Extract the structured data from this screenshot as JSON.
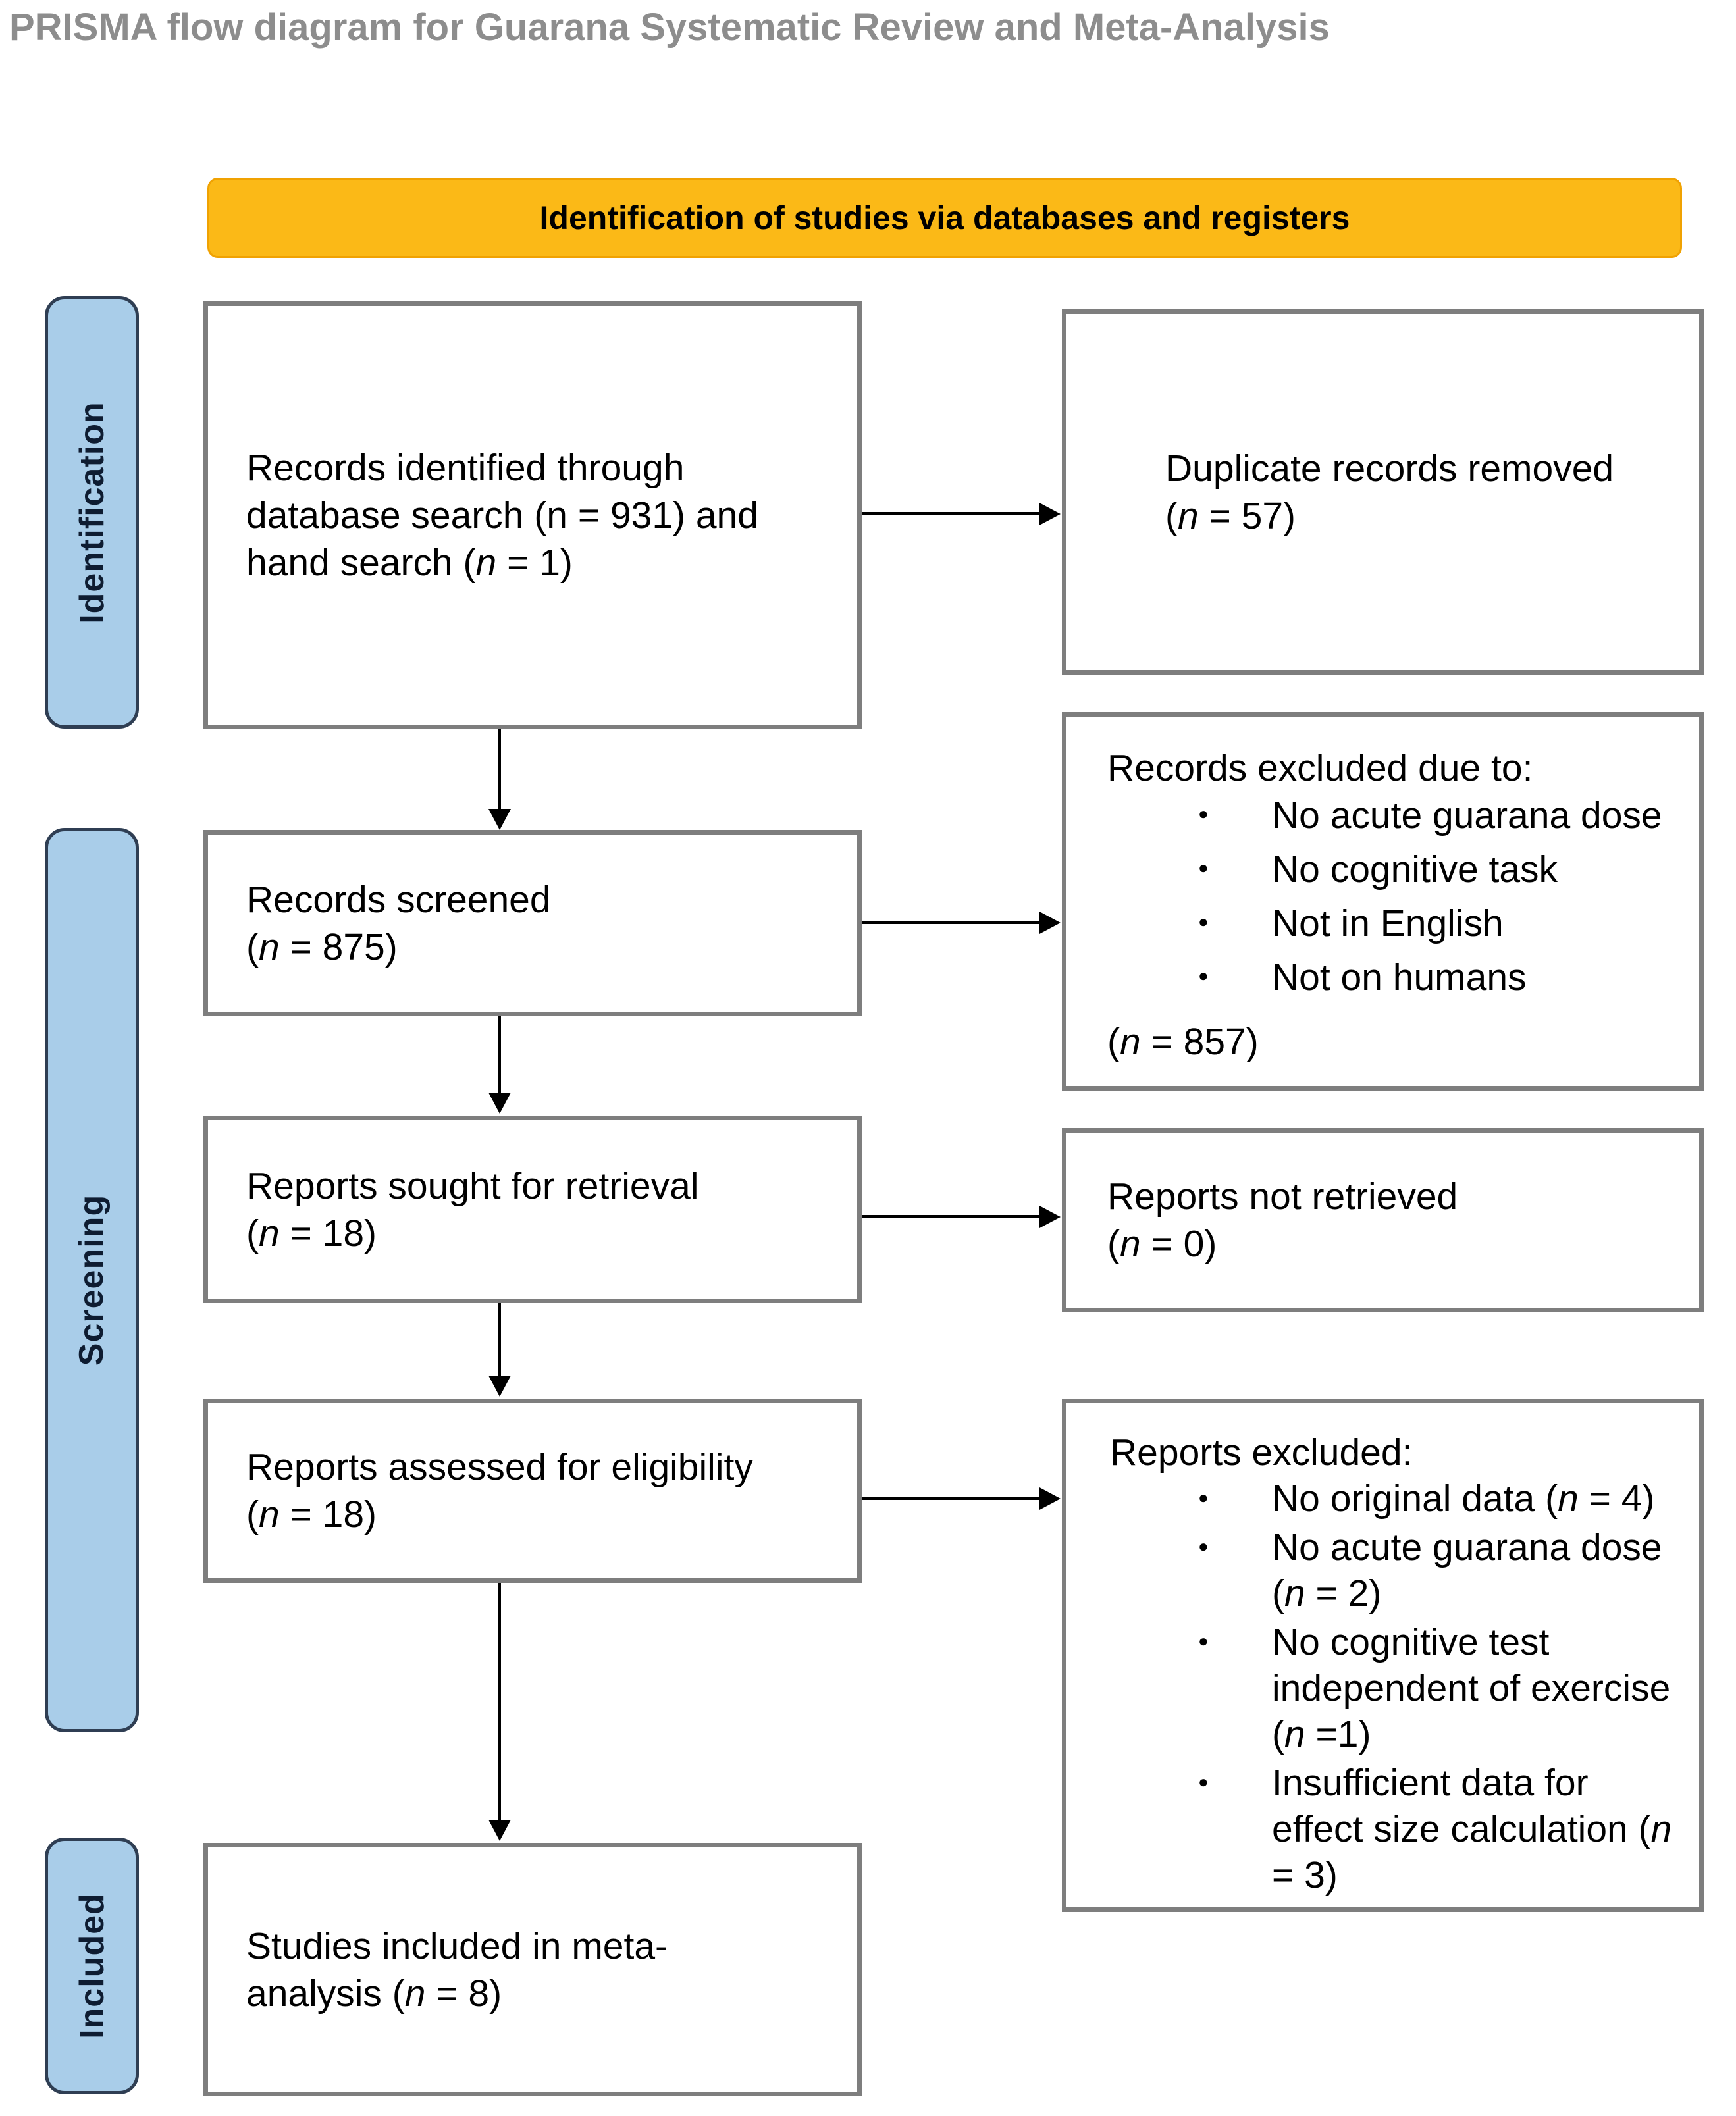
{
  "title": "PRISMA flow diagram for Guarana Systematic Review and Meta-Analysis",
  "banner": {
    "label": "Identification of studies via databases and registers"
  },
  "sidebar": {
    "identification": {
      "label": "Identification"
    },
    "screening": {
      "label": "Screening"
    },
    "included": {
      "label": "Included"
    }
  },
  "boxes": {
    "records_identified": {
      "lines": [
        [
          {
            "t": "Records identified through"
          }
        ],
        [
          {
            "t": "database search (n = 931) and"
          }
        ],
        [
          {
            "t": "hand search ("
          },
          {
            "t": "n",
            "i": true
          },
          {
            "t": " = 1)"
          }
        ]
      ]
    },
    "records_screened": {
      "lines": [
        [
          {
            "t": "Records screened"
          }
        ],
        [
          {
            "t": "("
          },
          {
            "t": "n",
            "i": true
          },
          {
            "t": " = 875)"
          }
        ]
      ]
    },
    "reports_sought": {
      "lines": [
        [
          {
            "t": "Reports sought for retrieval"
          }
        ],
        [
          {
            "t": "("
          },
          {
            "t": "n",
            "i": true
          },
          {
            "t": " = 18)"
          }
        ]
      ]
    },
    "reports_assessed": {
      "lines": [
        [
          {
            "t": "Reports assessed for eligibility"
          }
        ],
        [
          {
            "t": "("
          },
          {
            "t": "n",
            "i": true
          },
          {
            "t": " = 18)"
          }
        ]
      ]
    },
    "studies_included": {
      "lines": [
        [
          {
            "t": "Studies included in meta-"
          }
        ],
        [
          {
            "t": "analysis ("
          },
          {
            "t": "n",
            "i": true
          },
          {
            "t": " = 8)"
          }
        ]
      ]
    },
    "duplicates_removed": {
      "lines": [
        [
          {
            "t": "Duplicate records removed"
          }
        ],
        [
          {
            "t": "("
          },
          {
            "t": "n",
            "i": true
          },
          {
            "t": " = 57)"
          }
        ]
      ]
    },
    "records_excluded": {
      "intro": [
        {
          "t": "Records excluded due to:"
        }
      ],
      "bullets": [
        [
          {
            "t": "No acute guarana dose"
          }
        ],
        [
          {
            "t": "No cognitive task"
          }
        ],
        [
          {
            "t": "Not in English"
          }
        ],
        [
          {
            "t": "Not on humans"
          }
        ]
      ],
      "footer": [
        {
          "t": "("
        },
        {
          "t": "n",
          "i": true
        },
        {
          "t": " = 857)"
        }
      ]
    },
    "reports_not_retrieved": {
      "lines": [
        [
          {
            "t": "Reports not retrieved"
          }
        ],
        [
          {
            "t": "("
          },
          {
            "t": "n",
            "i": true
          },
          {
            "t": " = 0)"
          }
        ]
      ]
    },
    "reports_excluded": {
      "intro": [
        {
          "t": "Reports excluded:"
        }
      ],
      "bullets": [
        [
          {
            "t": "No original data ("
          },
          {
            "t": "n",
            "i": true
          },
          {
            "t": " = 4)"
          }
        ],
        [
          {
            "t": "No acute guarana dose ("
          },
          {
            "t": "n",
            "i": true
          },
          {
            "t": " = 2)"
          }
        ],
        [
          {
            "t": "No cognitive test independent of exercise ("
          },
          {
            "t": "n",
            "i": true
          },
          {
            "t": " =1)"
          }
        ],
        [
          {
            "t": "Insufficient data for effect size calculation ("
          },
          {
            "t": "n",
            "i": true
          },
          {
            "t": " = 3)"
          }
        ]
      ]
    }
  },
  "colors": {
    "banner_fill": "#FBB917",
    "banner_border": "#F0A202",
    "banner_text": "#000000",
    "sidebar_fill": "#A9CDE9",
    "sidebar_border": "#2F3E53",
    "sidebar_text": "#0E1C31",
    "box_border": "#7E7E7E",
    "box_background": "#FFFFFF",
    "arrow": "#000000",
    "title_text": "#8D8D8D"
  }
}
